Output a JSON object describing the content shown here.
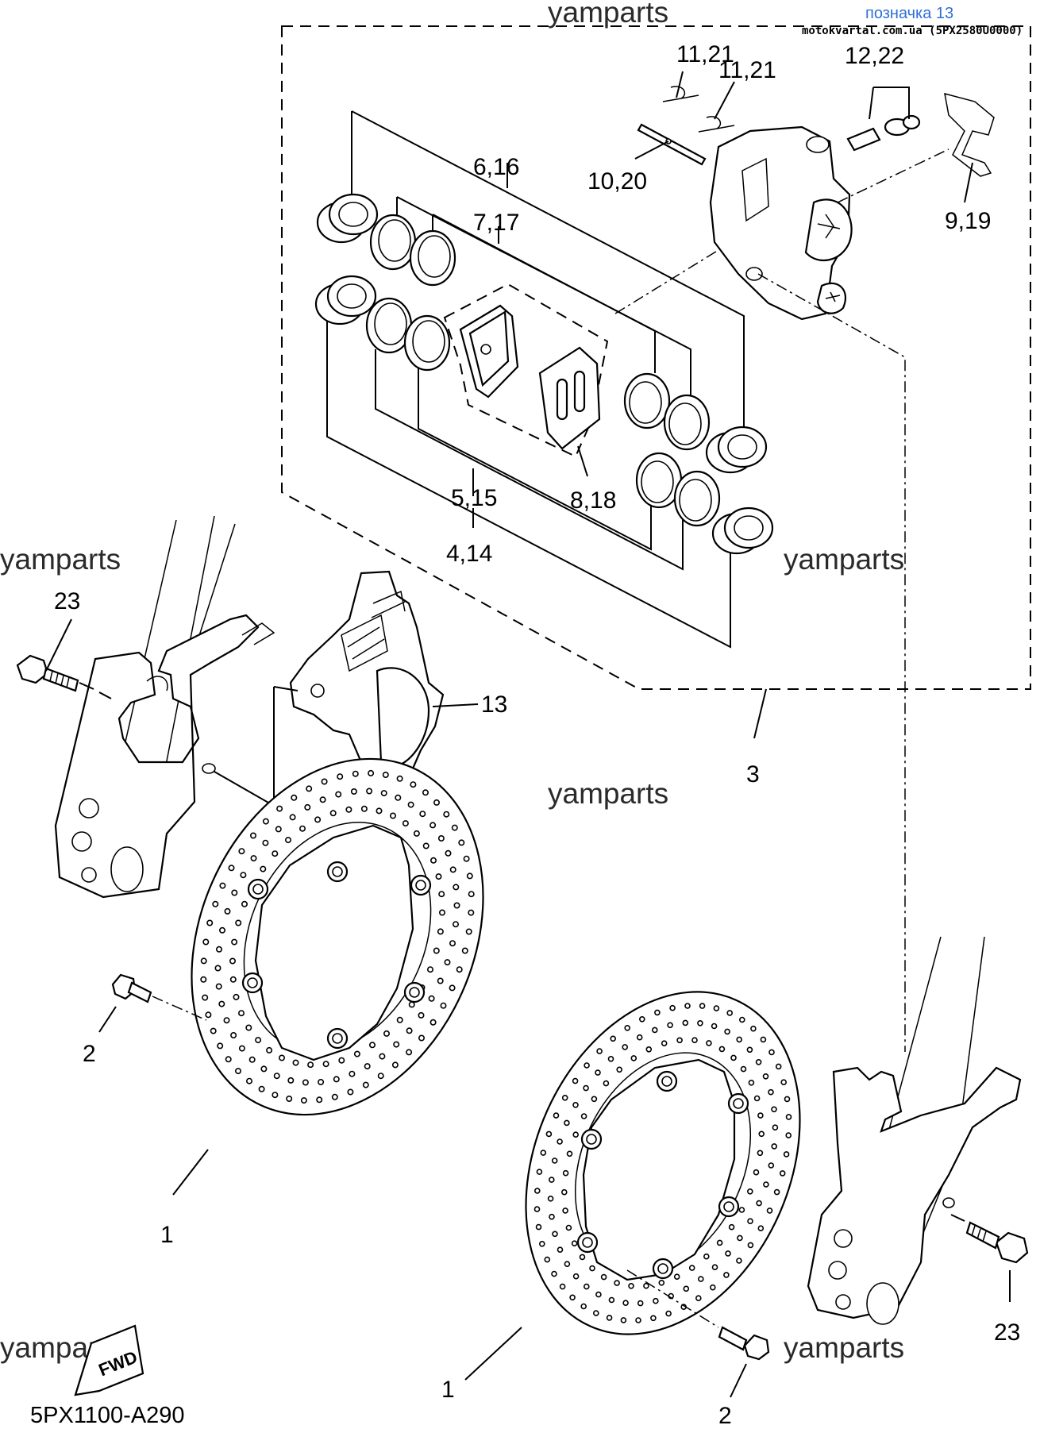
{
  "header": {
    "badge": "позначка 13",
    "site": "motokvartal.com.ua (5PX2580U0000)"
  },
  "watermark": "yamparts",
  "diagram_code": "5PX1100-A290",
  "fwd_label": "FWD",
  "callouts": {
    "c1a": "1",
    "c1b": "1",
    "c2a": "2",
    "c2b": "2",
    "c3": "3",
    "c4_14": "4,14",
    "c5_15": "5,15",
    "c6_16": "6,16",
    "c7_17": "7,17",
    "c8_18": "8,18",
    "c9_19": "9,19",
    "c10_20": "10,20",
    "c11_21a": "11,21",
    "c11_21b": "11,21",
    "c12_22": "12,22",
    "c13": "13",
    "c23a": "23",
    "c23b": "23"
  }
}
